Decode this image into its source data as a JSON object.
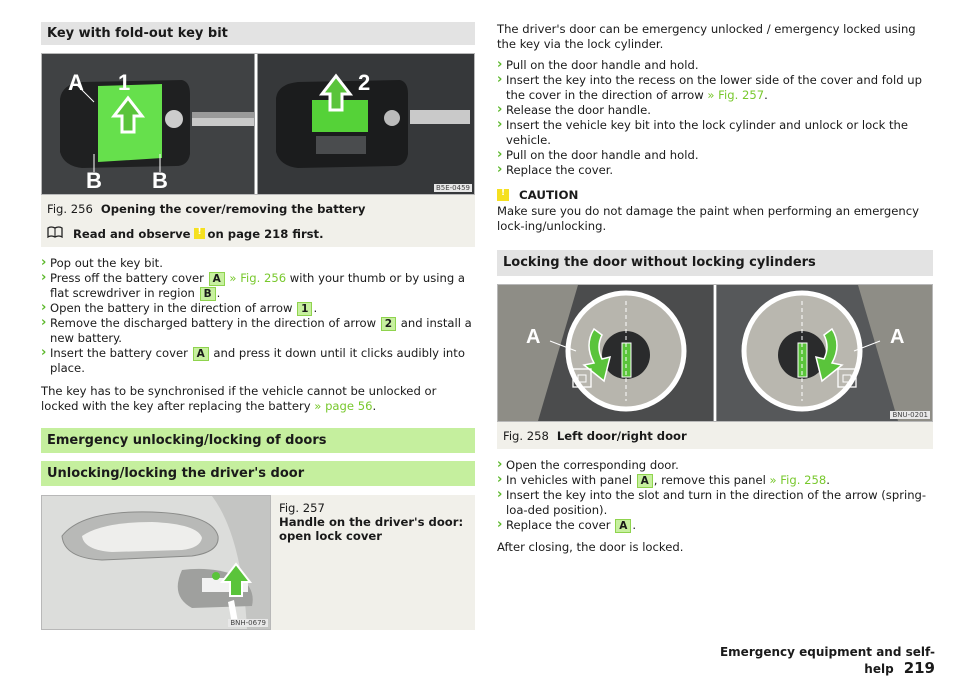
{
  "left": {
    "fig256": {
      "section_title": "Key with fold-out key bit",
      "code": "B5E-0459",
      "fig_num": "Fig. 256",
      "title": "Opening the cover/removing the battery",
      "labels": {
        "A": "A",
        "one": "1",
        "two": "2",
        "B1": "B",
        "B2": "B"
      }
    },
    "read_note": {
      "before": "Read and observe",
      "after": "on page 218 first."
    },
    "steps_a": [
      {
        "text": "Pop out the key bit."
      },
      {
        "t1": "Press off the battery cover",
        "key1": "A",
        "link1": "» Fig. 256",
        "t2": "with your thumb or by using a flat screwdriver in region",
        "key2": "B",
        "t3": "."
      },
      {
        "t1": "Open the battery in the direction of arrow",
        "key1": "1",
        "t2": "."
      },
      {
        "t1": "Remove the discharged battery in the direction of arrow",
        "key1": "2",
        "t2": "and install a new battery."
      },
      {
        "t1": "Insert the battery cover",
        "key1": "A",
        "t2": "and press it down until it clicks audibly into place."
      }
    ],
    "sync": {
      "t1": "The key has to be synchronised if the vehicle cannot be unlocked or locked with the key after replacing the battery",
      "link": "» page 56",
      "t2": "."
    },
    "emergency_title": "Emergency unlocking/locking of doors",
    "driver_door_title": "Unlocking/locking the driver's door",
    "fig257": {
      "code": "BNH-0679",
      "fig_num": "Fig. 257",
      "title": "Handle on the driver's door: open lock cover"
    }
  },
  "right": {
    "intro": "The driver's door can be emergency unlocked / emergency locked using the key via the lock cylinder.",
    "steps_b": [
      {
        "text": "Pull on the door handle and hold."
      },
      {
        "t1": "Insert the key into the recess on the lower side of the cover and fold up the cover in the direction of arrow",
        "link1": "» Fig. 257",
        "t2": "."
      },
      {
        "text": "Release the door handle."
      },
      {
        "text": "Insert the vehicle key bit into the lock cylinder and unlock or lock the vehicle."
      },
      {
        "text": "Pull on the door handle and hold."
      },
      {
        "text": "Replace the cover."
      }
    ],
    "caution": {
      "label": "CAUTION",
      "text": "Make sure you do not damage the paint when performing an emergency lock-ing/unlocking."
    },
    "no_cyl_title": "Locking the door without locking cylinders",
    "fig258": {
      "code": "BNU-0201",
      "fig_num": "Fig. 258",
      "title": "Left door/right door",
      "label_left": "A",
      "label_right": "A"
    },
    "steps_c": [
      {
        "text": "Open the corresponding door."
      },
      {
        "t1": "In vehicles with panel",
        "key1": "A",
        "t2": ", remove this panel",
        "link1": "» Fig. 258",
        "t3": "."
      },
      {
        "text": "Insert the key into the slot and turn in the direction of the arrow (spring-loa-ded position)."
      },
      {
        "t1": "Replace the cover",
        "key1": "A",
        "t2": "."
      }
    ],
    "after": "After closing, the door is locked."
  },
  "footer": {
    "section": "Emergency equipment and self-help",
    "page": "219"
  },
  "colors": {
    "accent_green": "#78c82d",
    "header_green": "#c5ef9e",
    "header_grey": "#e3e3e3",
    "figure_bg": "#f1f0ea",
    "warning_yellow": "#f5e020"
  }
}
